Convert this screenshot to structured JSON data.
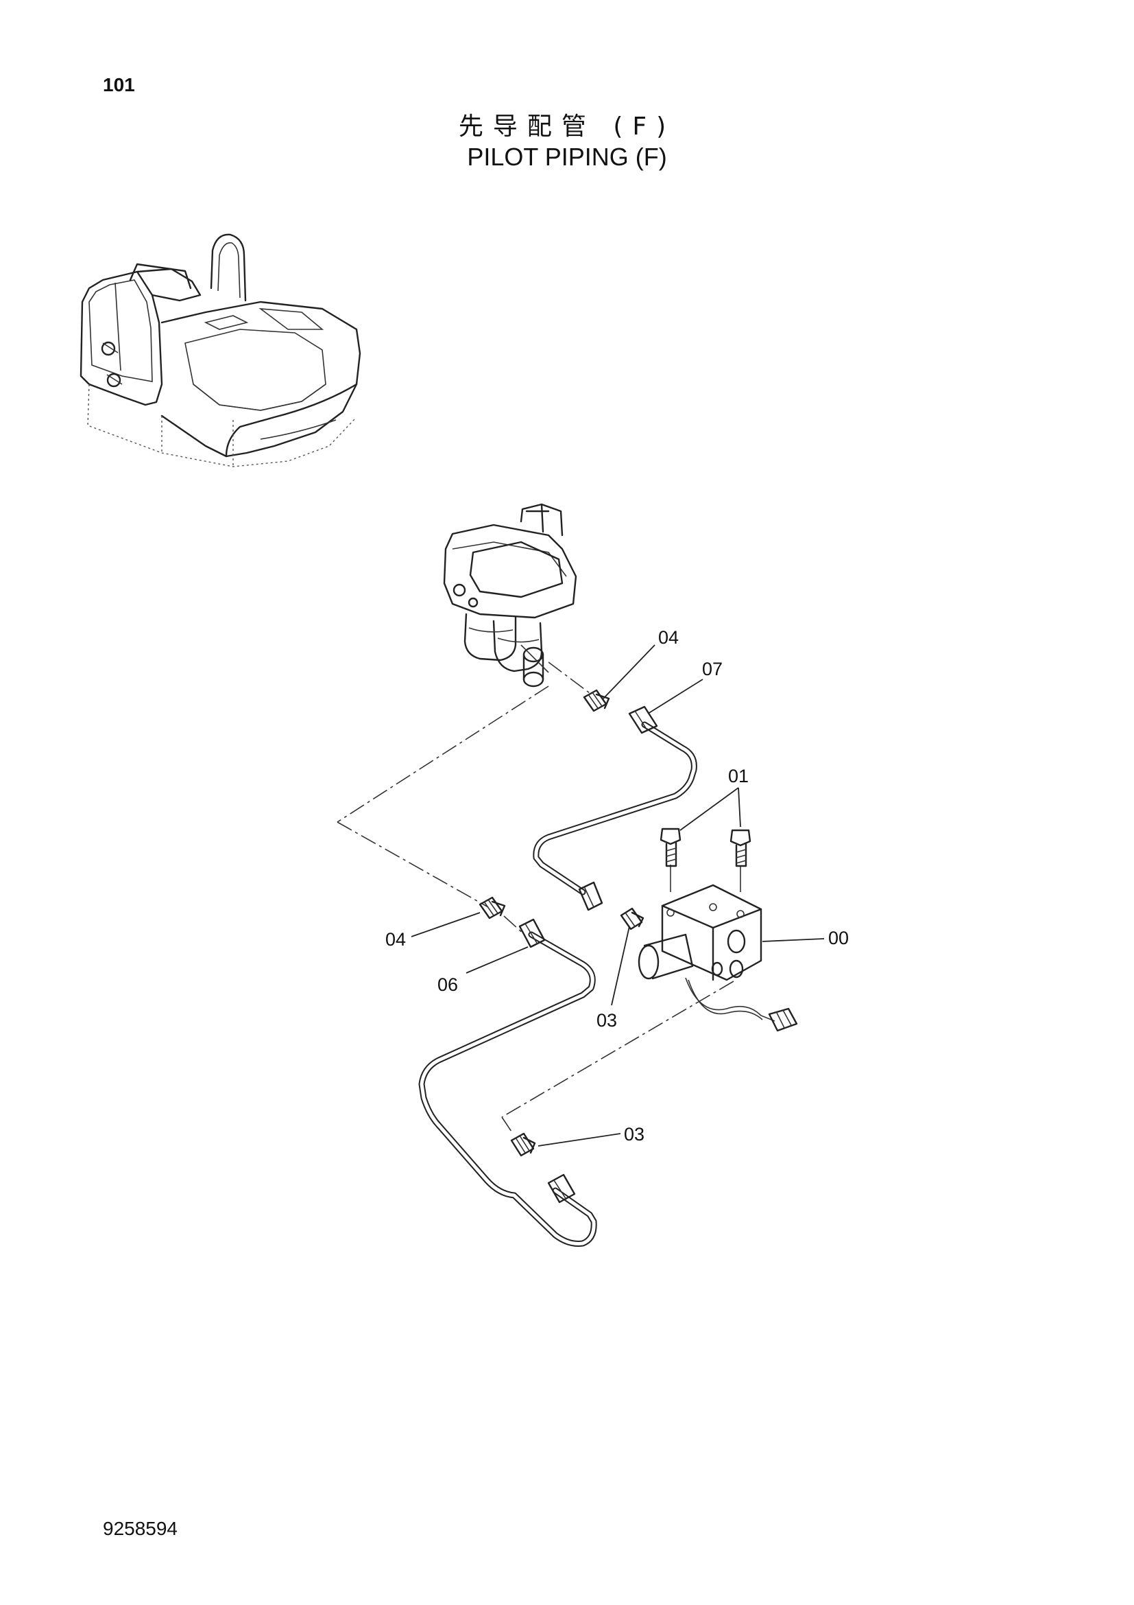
{
  "page": {
    "number": "101",
    "title_jp": "先导配管 (F)",
    "title_en": "PILOT PIPING (F)",
    "doc_number": "9258594"
  },
  "callouts": {
    "c00": "00",
    "c01": "01",
    "c03a": "03",
    "c03b": "03",
    "c04a": "04",
    "c04b": "04",
    "c06": "06",
    "c07": "07"
  }
}
